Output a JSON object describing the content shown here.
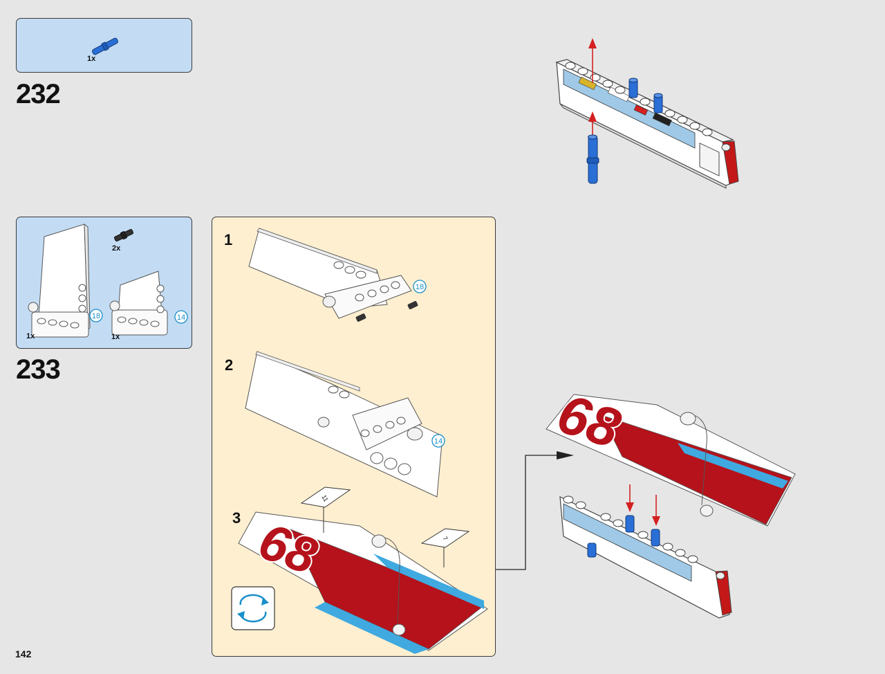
{
  "steps": [
    {
      "number": "232",
      "parts": [
        {
          "qty": "1x",
          "part": "blue-axle-pin-icon"
        }
      ]
    },
    {
      "number": "233",
      "parts": [
        {
          "qty": "2x",
          "part": "black-axle-pin-icon"
        },
        {
          "qty": "1x",
          "part": "white-panel-large-icon",
          "callout": "18"
        },
        {
          "qty": "1x",
          "part": "white-panel-small-icon",
          "callout": "14"
        }
      ]
    }
  ],
  "subassembly": {
    "steps": [
      {
        "number": "1",
        "callout": "18"
      },
      {
        "number": "2",
        "callout": "14"
      },
      {
        "number": "3",
        "stickers": [
          "11",
          "7"
        ],
        "decal_text": "68"
      }
    ],
    "rotate_icon": "rotate-model-icon"
  },
  "page_number": "142",
  "colors": {
    "background": "#e6e6e6",
    "parts_box": "#c3dcf4",
    "subassembly_panel": "#fdefd0",
    "callout": "#1a8fc9",
    "arrow": "#d42020",
    "lego_blue": "#2a6fd6",
    "decal_red": "#b5121b",
    "decal_cyan": "#3fa9e0"
  }
}
